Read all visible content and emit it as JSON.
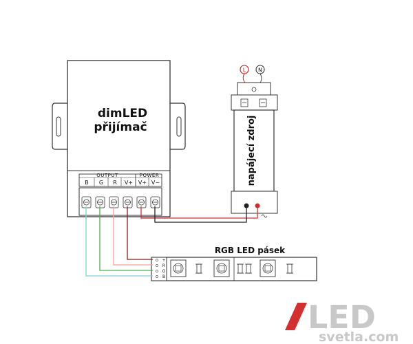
{
  "receiver": {
    "label_line1": "dimLED",
    "label_line2": "přijímač",
    "group_output": "OUTPUT",
    "group_power": "POWER",
    "terminals": [
      "B",
      "G",
      "R",
      "V+",
      "V+",
      "V−"
    ]
  },
  "power_supply": {
    "label": "napájecí zdroj",
    "input_l": "L",
    "input_n": "N"
  },
  "led_strip": {
    "label": "RGB LED pásek",
    "pins": [
      "+",
      "R",
      "G",
      "B"
    ]
  },
  "logo": {
    "big": "LED",
    "small": "svetla.com"
  },
  "colors": {
    "wire_blue": "#7fd0d4",
    "wire_green": "#4caf50",
    "wire_red_pale": "#f0a0a0",
    "wire_dark_red": "#8b1a1a",
    "wire_dark": "#222222",
    "logo_red": "#d32f2f",
    "logo_gray": "#c8c8c8"
  }
}
